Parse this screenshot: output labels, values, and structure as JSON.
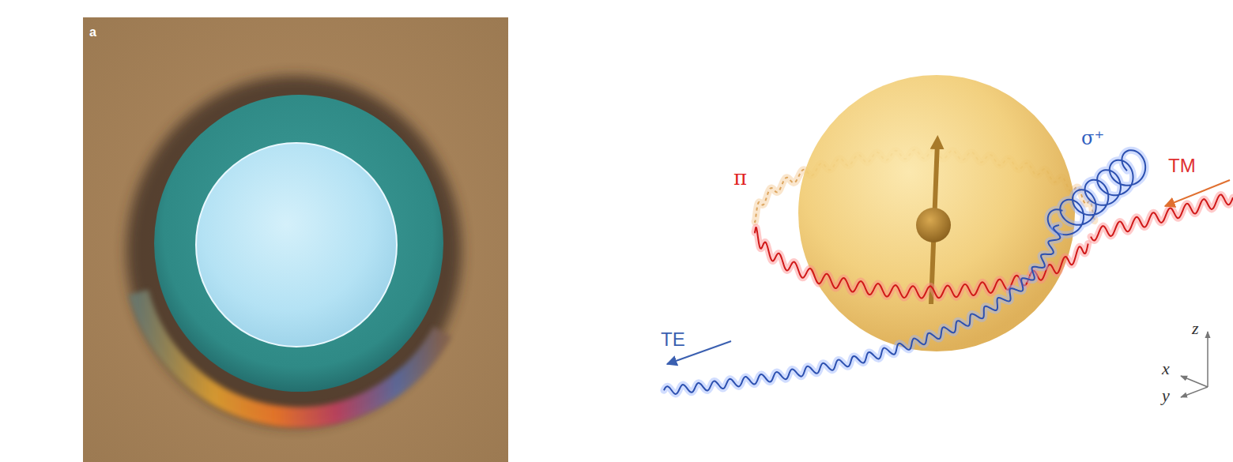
{
  "diagram": {
    "labels": [
      "a",
      "π",
      "σ⁺",
      "TM",
      "TE",
      "x",
      "y",
      "z"
    ]
  }
}
